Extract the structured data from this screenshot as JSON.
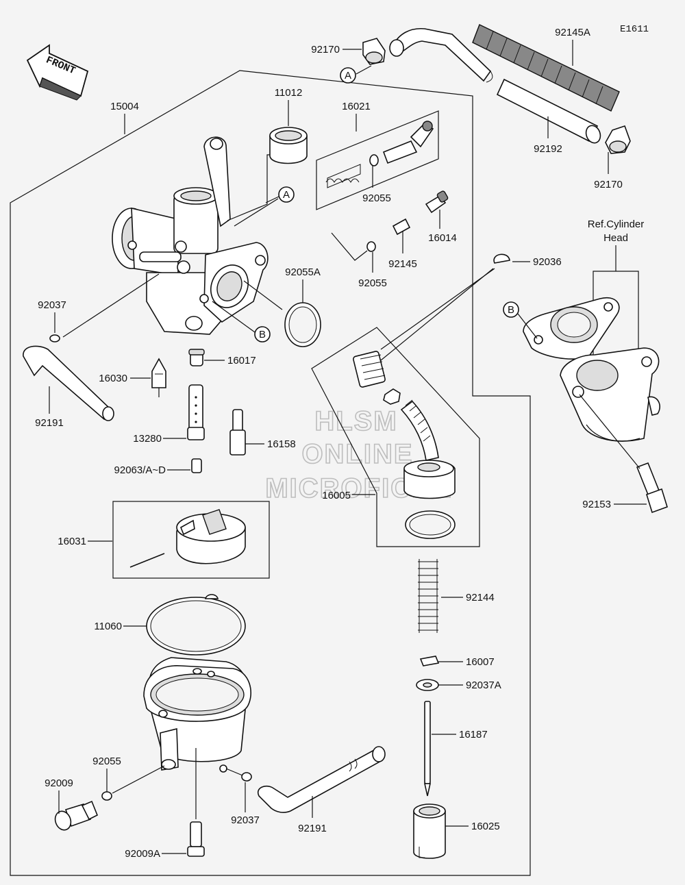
{
  "diagram_code": "E1611",
  "front_label": "FRONT",
  "ref_note": [
    "Ref.Cylinder",
    "Head"
  ],
  "callouts": {
    "A": "A",
    "B": "B"
  },
  "watermark": [
    "HLSM",
    "ONLINE",
    "MICROFICHE"
  ],
  "parts": {
    "p15004": "15004",
    "p11012": "11012",
    "p16021": "16021",
    "p92170_top": "92170",
    "p92145A": "92145A",
    "p92192": "92192",
    "p92170_right": "92170",
    "p92055_a": "92055",
    "p16014": "16014",
    "p92145": "92145",
    "p92055_b": "92055",
    "p92055A": "92055A",
    "p92036": "92036",
    "p92037_top": "92037",
    "p16017": "16017",
    "p16030": "16030",
    "p92191_top": "92191",
    "p13280": "13280",
    "p16158": "16158",
    "p92063": "92063/A~D",
    "p16005": "16005",
    "p92153": "92153",
    "p16031": "16031",
    "p92144": "92144",
    "p11060": "11060",
    "p16007": "16007",
    "p92037A": "92037A",
    "p16187": "16187",
    "p92055_c": "92055",
    "p92009": "92009",
    "p92037_bottom": "92037",
    "p92191_bottom": "92191",
    "p16025": "16025",
    "p92009A": "92009A"
  }
}
